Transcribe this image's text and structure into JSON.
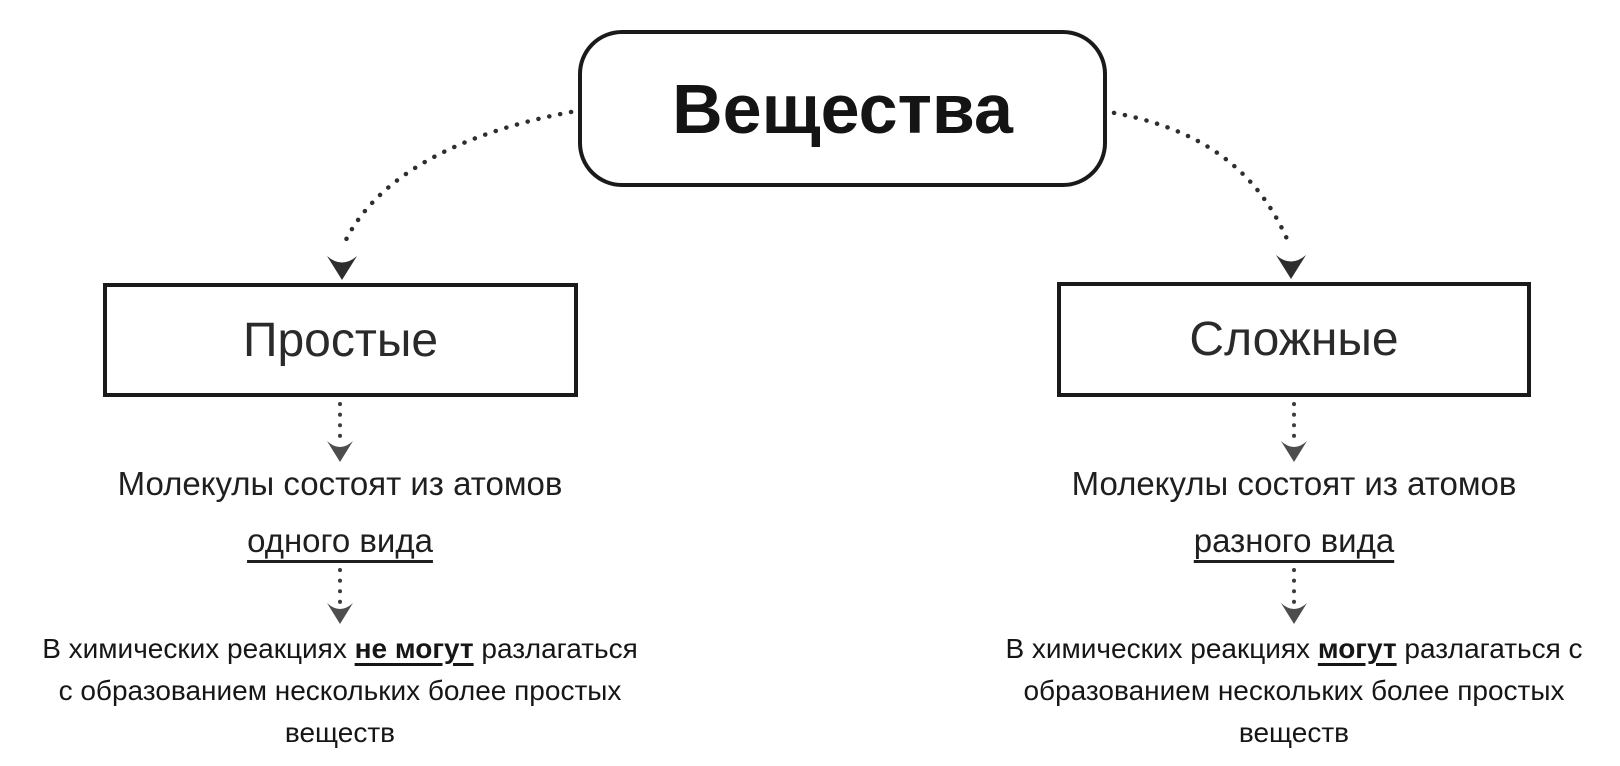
{
  "title": {
    "label": "Вещества"
  },
  "left_branch": {
    "box_label": "Простые",
    "molecule_line1": "Молекулы состоят из атомов",
    "molecule_line2": "одного вида",
    "reaction_pre": "В химических реакциях ",
    "reaction_emph": "не могут",
    "reaction_post": " разлагаться",
    "reaction_line2": "с образованием нескольких более простых",
    "reaction_line3": "веществ"
  },
  "right_branch": {
    "box_label": "Сложные",
    "molecule_line1": "Молекулы состоят из атомов",
    "molecule_line2": "разного вида",
    "reaction_pre": "В химических реакциях ",
    "reaction_emph": "могут",
    "reaction_post": " разлагаться с",
    "reaction_line2": "образованием нескольких более простых",
    "reaction_line3": "веществ"
  },
  "colors": {
    "ink": "#1a1a1a",
    "dotted_line": "#2e2e2e",
    "arrowhead": "#4d4d4d",
    "background": "#ffffff"
  }
}
